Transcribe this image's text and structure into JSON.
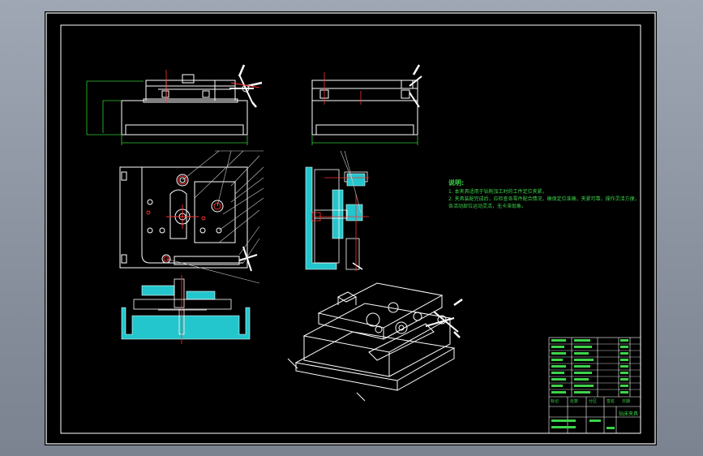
{
  "notes": {
    "title": "说明:",
    "lines": [
      "1. 本夹具适用于钻削加工时的工件定位夹紧。",
      "2. 夹具装配完成后，应检查各零件配合情况，确保定位准确，夹紧可靠，操作灵活方便，",
      "各活动部位运动灵活，无卡滞现象。"
    ]
  },
  "title_block": {
    "drawing_name": "钻床夹具",
    "footer_row": [
      "标记",
      "处数",
      "分区",
      "签名",
      "日期"
    ]
  },
  "colors": {
    "sheet": "#000000",
    "line": "#ffffff",
    "dimension": "#33cc33",
    "centerline": "#ff3030",
    "section_fill": "#22c6cc",
    "notes": "#3dd34a",
    "leader": "#cccccc"
  }
}
